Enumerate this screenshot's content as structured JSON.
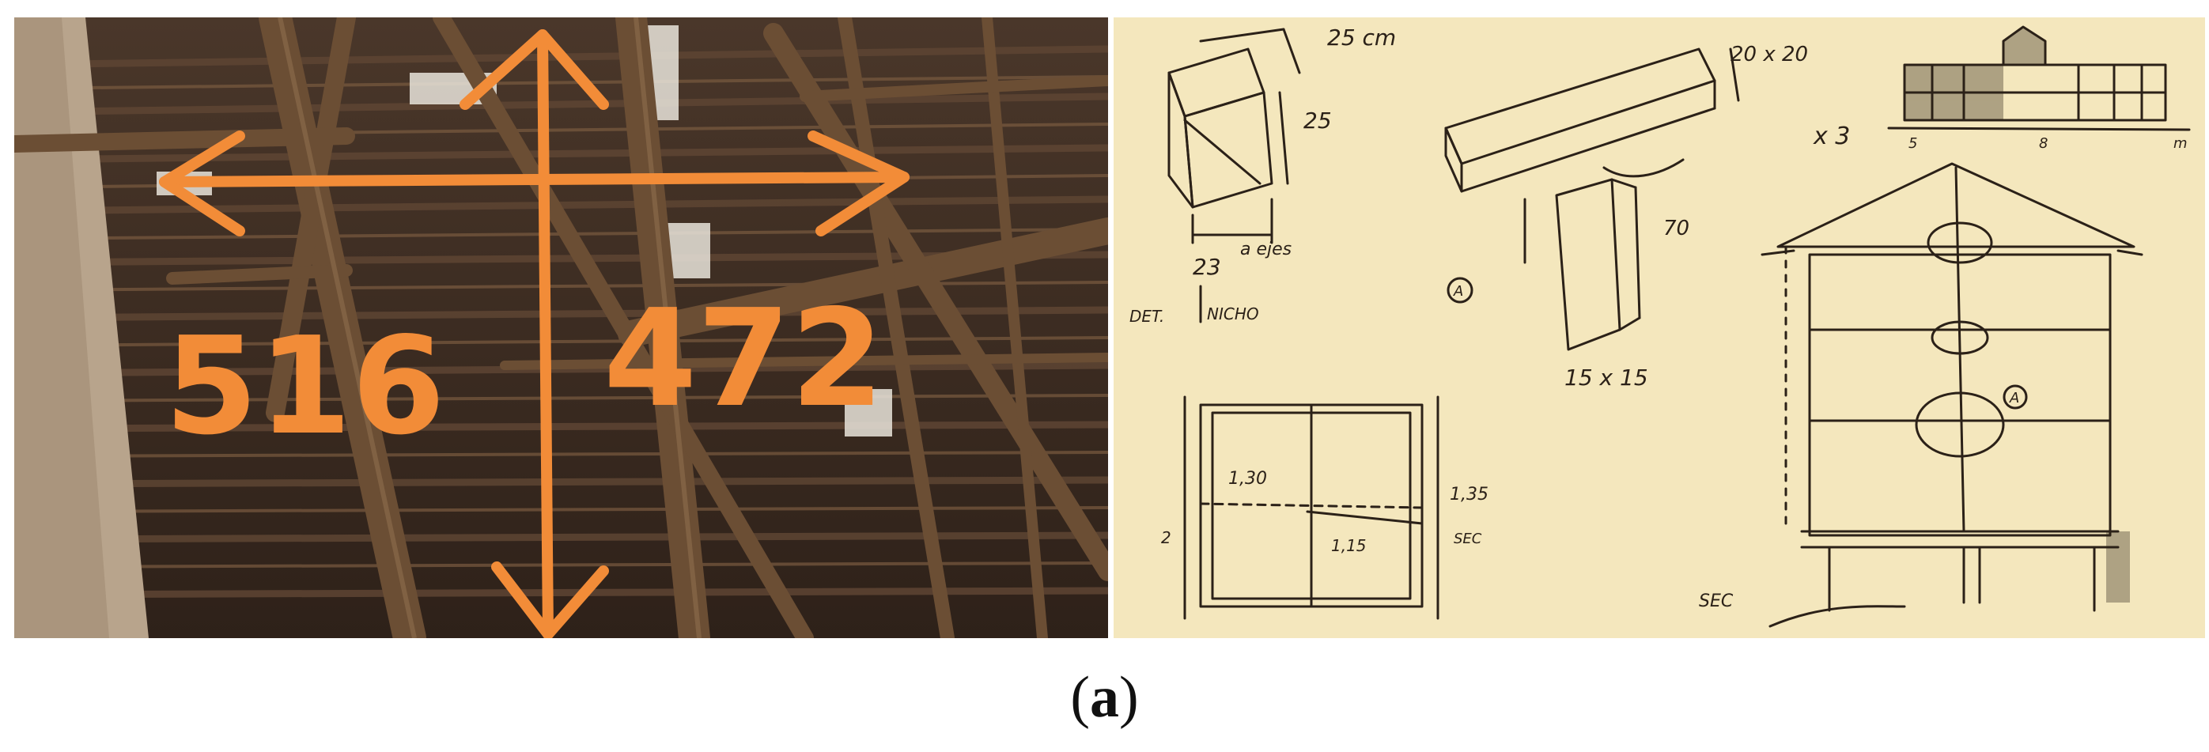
{
  "figure": {
    "caption": {
      "open": "(",
      "label": "a",
      "close": ")"
    },
    "photo": {
      "annotations": {
        "span_a": "516",
        "span_b": "472"
      },
      "colors": {
        "annotation": "#f28c38",
        "wood_dark": "#3a2a1f",
        "wood_mid": "#6b4e34",
        "wall": "#b8a48c"
      }
    },
    "sketch": {
      "colors": {
        "paper": "#f4e7bd",
        "ink": "#2b2118"
      },
      "labels": {
        "dim_25cm": "25 cm",
        "dim_25": "25",
        "dim_23": "23",
        "note_a_ejes": "a ejes",
        "det_label": "DET.",
        "nicho_label": "NICHO",
        "beam_20x20": "20 x 20",
        "times_3": "x 3",
        "marker_a1": "A",
        "dim_70": "70",
        "post_15x15": "15 x 15",
        "dim_1_30": "1,30",
        "dim_1_35": "1,35",
        "dim_1_15": "1,15",
        "mark_2": "2",
        "sec_label_small": "SEC",
        "scale_5": "5",
        "scale_8": "8",
        "scale_m": "m",
        "marker_a2": "A",
        "sec_label": "SEC"
      }
    }
  }
}
